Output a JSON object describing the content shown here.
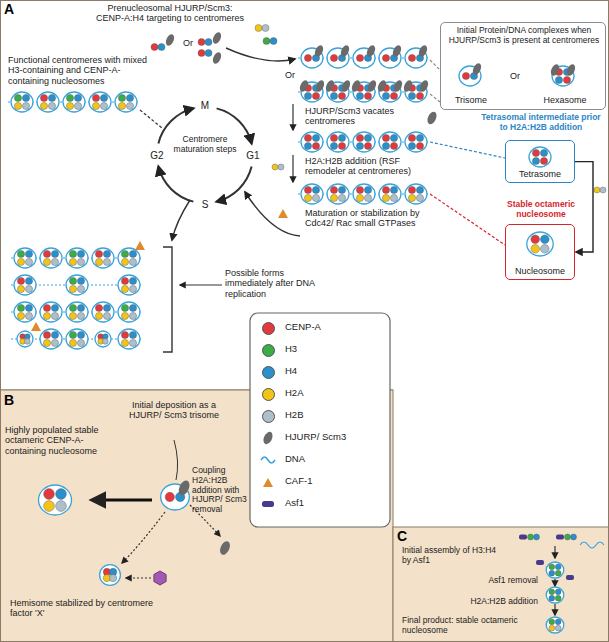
{
  "diagram": {
    "nodes": [
      {
        "text": [
          "A"
        ]
      },
      {
        "text": [
          "Initial Protein/DNA complexes when HJURP/Scm3 is present at centromeres",
          "Trisome",
          "Or",
          "Hexasome"
        ],
        "in": 0
      },
      {
        "text": [
          "Tetrasomal intermediate prior to H2A:H2B addition",
          "Tetrasome"
        ],
        "in": 0
      },
      {
        "text": [
          "Stable octameric nucleosome",
          "Nucleosome"
        ],
        "in": 0
      },
      {
        "text": [
          "B"
        ]
      },
      {
        "text": [
          "C"
        ]
      }
    ],
    "edges": [
      {
        "from": 2,
        "to": 3,
        "arrow": "to"
      }
    ],
    "labels": [
      "Prenucleosomal HJURP/Scm3: CENP-A:H4 targeting to centromeres",
      "Or",
      "Or",
      "HJURP/Scm3 vacates centromeres",
      "H2A:H2B addition (RSF remodeler at centromeres)",
      "Maturation or stabilization by Cdc42/ Rac small GTPases",
      "Functional centromeres with mixed H3-containing and CENP-A-containing nucleosomes",
      "Centromere maturation steps",
      "M",
      "G1",
      "S",
      "G2",
      "Possible forms immediately after DNA replication",
      "Initial deposition as a HJURP/ Scm3 trisome",
      "Coupling H2A:H2B addition with HJURP/ Scm3 removal",
      "Highly populated stable octameric CENP-A-containing nucleosome",
      "Hemisome stabilized by centromere factor 'X'",
      "Initial assembly of H3:H4 by Asf1",
      "Asf1 removal",
      "H2A:H2B addition",
      "Final product: stable octameric nucleosome"
    ],
    "legend": [
      {
        "text": "CENP-A",
        "color": "#e0393e"
      },
      {
        "text": "H3",
        "color": "#3cab4a"
      },
      {
        "text": "H4",
        "color": "#2b8fcb"
      },
      {
        "text": "H2A",
        "color": "#f2c418"
      },
      {
        "text": "H2B",
        "color": "#aebfcc"
      },
      {
        "text": "HJURP/ Scm3"
      },
      {
        "text": "DNA"
      },
      {
        "text": "CAF-1"
      },
      {
        "text": "Asf1"
      }
    ]
  }
}
